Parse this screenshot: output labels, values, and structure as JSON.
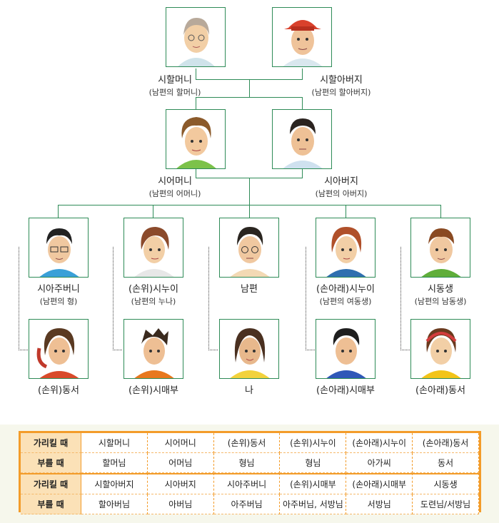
{
  "tree": {
    "grandparents": [
      {
        "name": "시할머니",
        "sub": "(남편의 할머니)",
        "icon": "grandmother-icon"
      },
      {
        "name": "시할아버지",
        "sub": "(남편의 할아버지)",
        "icon": "grandfather-icon"
      }
    ],
    "parents": [
      {
        "name": "시어머니",
        "sub": "(남편의 어머니)",
        "icon": "mother-in-law-icon"
      },
      {
        "name": "시아버지",
        "sub": "(남편의 아버지)",
        "icon": "father-in-law-icon"
      }
    ],
    "siblings": [
      {
        "name": "시아주버니",
        "sub": "(남편의 형)",
        "icon": "brother-in-law-icon"
      },
      {
        "name": "(손위)시누이",
        "sub": "(남편의 누나)",
        "icon": "elder-sister-in-law-icon"
      },
      {
        "name": "남편",
        "sub": "",
        "icon": "husband-icon"
      },
      {
        "name": "(손아래)시누이",
        "sub": "(남편의 여동생)",
        "icon": "younger-sister-in-law-icon"
      },
      {
        "name": "시동생",
        "sub": "(남편의 남동생)",
        "icon": "younger-brother-in-law-icon"
      }
    ],
    "spouses": [
      {
        "name": "(손위)동서",
        "icon": "elder-dongseo-icon"
      },
      {
        "name": "(손위)시매부",
        "icon": "elder-simaebu-icon"
      },
      {
        "name": "나",
        "icon": "me-icon"
      },
      {
        "name": "(손아래)시매부",
        "icon": "younger-simaebu-icon"
      },
      {
        "name": "(손아래)동서",
        "icon": "younger-dongseo-icon"
      }
    ]
  },
  "table": {
    "row_headers": [
      "가리킬 때",
      "부를 때",
      "가리킬 때",
      "부를 때"
    ],
    "rows": [
      [
        "시할머니",
        "시어머니",
        "(손위)동서",
        "(손위)시누이",
        "(손아래)시누이",
        "(손아래)동서"
      ],
      [
        "할머님",
        "어머님",
        "형님",
        "형님",
        "아가씨",
        "동서"
      ],
      [
        "시할아버지",
        "시아버지",
        "시아주버니",
        "(손위)시매부",
        "(손아래)시매부",
        "시동생"
      ],
      [
        "할아버님",
        "아버님",
        "아주버님",
        "아주버님, 서방님",
        "서방님",
        "도련님/서방님"
      ]
    ]
  },
  "colors": {
    "line": "#2e8b57",
    "table_border": "#f39c2a",
    "table_header": "#fbe1b7",
    "background": "#f6f7ec"
  }
}
